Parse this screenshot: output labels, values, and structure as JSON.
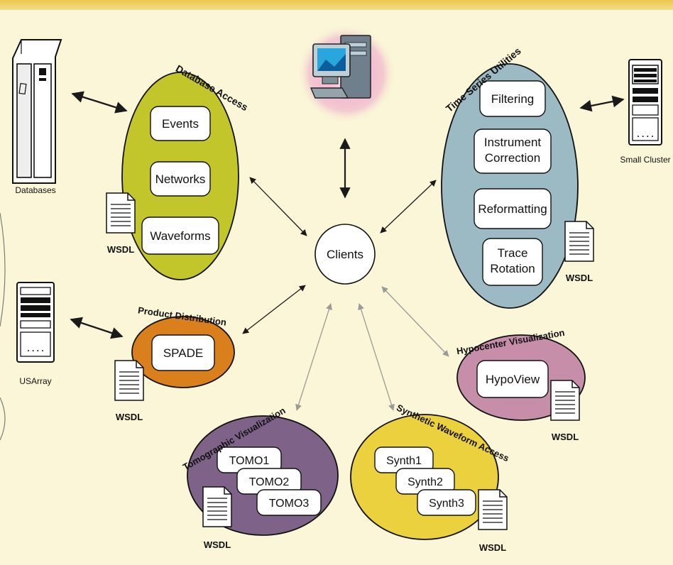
{
  "clients": {
    "label": "Clients"
  },
  "devices": {
    "databases": "Databases",
    "small_cluster": "Small Cluster",
    "usarray": "USArray"
  },
  "wsdl_label": "WSDL",
  "services": {
    "database_access": {
      "title": "Database Access",
      "items": [
        "Events",
        "Networks",
        "Waveforms"
      ]
    },
    "time_series": {
      "title": "Time Series Utilities",
      "items": [
        "Filtering",
        "Instrument\nCorrection",
        "Reformatting",
        "Trace\nRotation"
      ]
    },
    "product_distribution": {
      "title": "Product Distribution",
      "items": [
        "SPADE"
      ]
    },
    "hypocenter": {
      "title": "Hypocenter Visualization",
      "items": [
        "HypoView"
      ]
    },
    "tomographic": {
      "title": "Tomographic Visualization",
      "items": [
        "TOMO1",
        "TOMO2",
        "TOMO3"
      ]
    },
    "synthetic": {
      "title": "Synthetic Waveform Access",
      "items": [
        "Synth1",
        "Synth2",
        "Synth3"
      ]
    }
  },
  "colors": {
    "background": "#fbf6d8",
    "database_access": "#c3c62a",
    "time_series": "#9cbac4",
    "product_distribution": "#d9801c",
    "hypocenter": "#c78eaa",
    "tomographic": "#7e6287",
    "synthetic": "#ecd13e"
  }
}
